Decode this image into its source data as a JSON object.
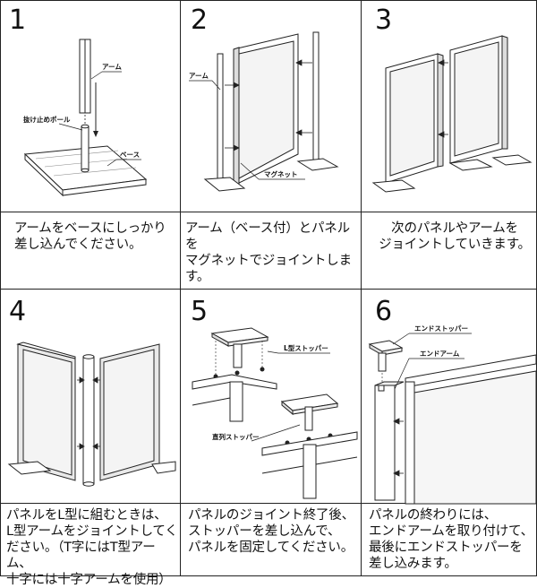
{
  "steps": [
    {
      "number": "1",
      "labels": {
        "arm": "アーム",
        "retainer_pole": "抜け止めポール",
        "base": "ベース"
      },
      "caption_lines": [
        "アームをベースにしっかり",
        "差し込んでください。"
      ]
    },
    {
      "number": "2",
      "labels": {
        "arm": "アーム",
        "magnet": "マグネット"
      },
      "caption_lines": [
        "アーム（ベース付）とパネルを",
        "マグネットでジョイントします。"
      ]
    },
    {
      "number": "3",
      "labels": {},
      "caption_lines": [
        "次のパネルやアームを",
        "ジョイントしていきます。"
      ]
    },
    {
      "number": "4",
      "labels": {},
      "caption_lines": [
        "パネルをL型に組むときは、",
        "L型アームをジョイントしてく",
        "ださい。（T字にはT型アーム、",
        "十字には十字アームを使用）"
      ]
    },
    {
      "number": "5",
      "labels": {
        "l_stopper": "L型ストッパー",
        "straight_stopper": "直列ストッパー"
      },
      "caption_lines": [
        "パネルのジョイント終了後、",
        "ストッパーを差し込んで、",
        "パネルを固定してください。"
      ]
    },
    {
      "number": "6",
      "labels": {
        "end_stopper": "エンドストッパー",
        "end_arm": "エンドアーム"
      },
      "caption_lines": [
        "パネルの終わりには、",
        "エンドアームを取り付けて、",
        "最後にエンドストッパーを",
        "差し込みます。"
      ]
    }
  ]
}
